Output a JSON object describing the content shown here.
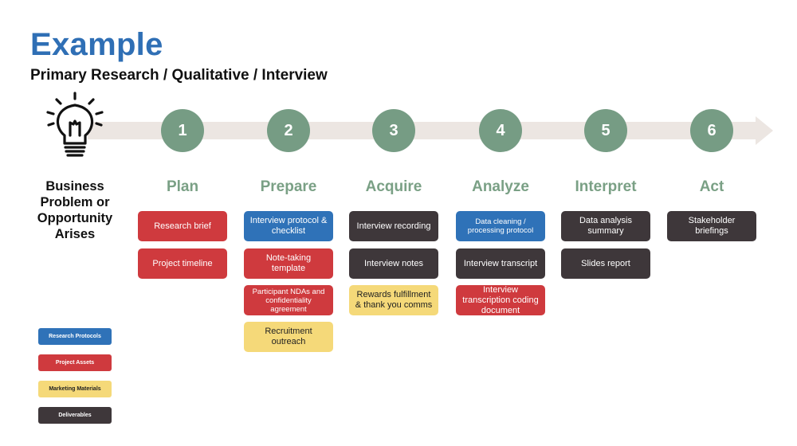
{
  "header": {
    "title": "Example",
    "subtitle": "Primary Research / Qualitative / Interview"
  },
  "start": {
    "icon": "lightbulb-icon",
    "label": "Business Problem or Opportunity Arises"
  },
  "colors": {
    "step_circle": "#769c84",
    "step_label": "#7aa085",
    "title": "#2f6fb5",
    "research_protocols": "#2f72b8",
    "project_assets": "#cf3a3e",
    "marketing_materials": "#f5d979",
    "deliverables": "#3e373a",
    "arrow": "#ece6e2"
  },
  "steps": [
    {
      "number": "1",
      "label": "Plan",
      "cards": [
        {
          "text": "Research brief",
          "type": "project_assets"
        },
        {
          "text": "Project timeline",
          "type": "project_assets"
        }
      ]
    },
    {
      "number": "2",
      "label": "Prepare",
      "cards": [
        {
          "text": "Interview protocol & checklist",
          "type": "research_protocols"
        },
        {
          "text": "Note-taking template",
          "type": "project_assets"
        },
        {
          "text": "Participant NDAs and confidentiality agreement",
          "type": "project_assets"
        },
        {
          "text": "Recruitment outreach",
          "type": "marketing_materials"
        }
      ]
    },
    {
      "number": "3",
      "label": "Acquire",
      "cards": [
        {
          "text": "Interview recording",
          "type": "deliverables"
        },
        {
          "text": "Interview notes",
          "type": "deliverables"
        },
        {
          "text": "Rewards fulfillment & thank you comms",
          "type": "marketing_materials"
        }
      ]
    },
    {
      "number": "4",
      "label": "Analyze",
      "cards": [
        {
          "text": "Data cleaning / processing protocol",
          "type": "research_protocols"
        },
        {
          "text": "Interview transcript",
          "type": "deliverables"
        },
        {
          "text": "Interview transcription coding document",
          "type": "project_assets"
        }
      ]
    },
    {
      "number": "5",
      "label": "Interpret",
      "cards": [
        {
          "text": "Data analysis summary",
          "type": "deliverables"
        },
        {
          "text": "Slides report",
          "type": "deliverables"
        }
      ]
    },
    {
      "number": "6",
      "label": "Act",
      "cards": [
        {
          "text": "Stakeholder briefings",
          "type": "deliverables"
        }
      ]
    }
  ],
  "legend": [
    {
      "label": "Research Protocols",
      "type": "research_protocols"
    },
    {
      "label": "Project Assets",
      "type": "project_assets"
    },
    {
      "label": "Marketing Materials",
      "type": "marketing_materials"
    },
    {
      "label": "Deliverables",
      "type": "deliverables"
    }
  ]
}
